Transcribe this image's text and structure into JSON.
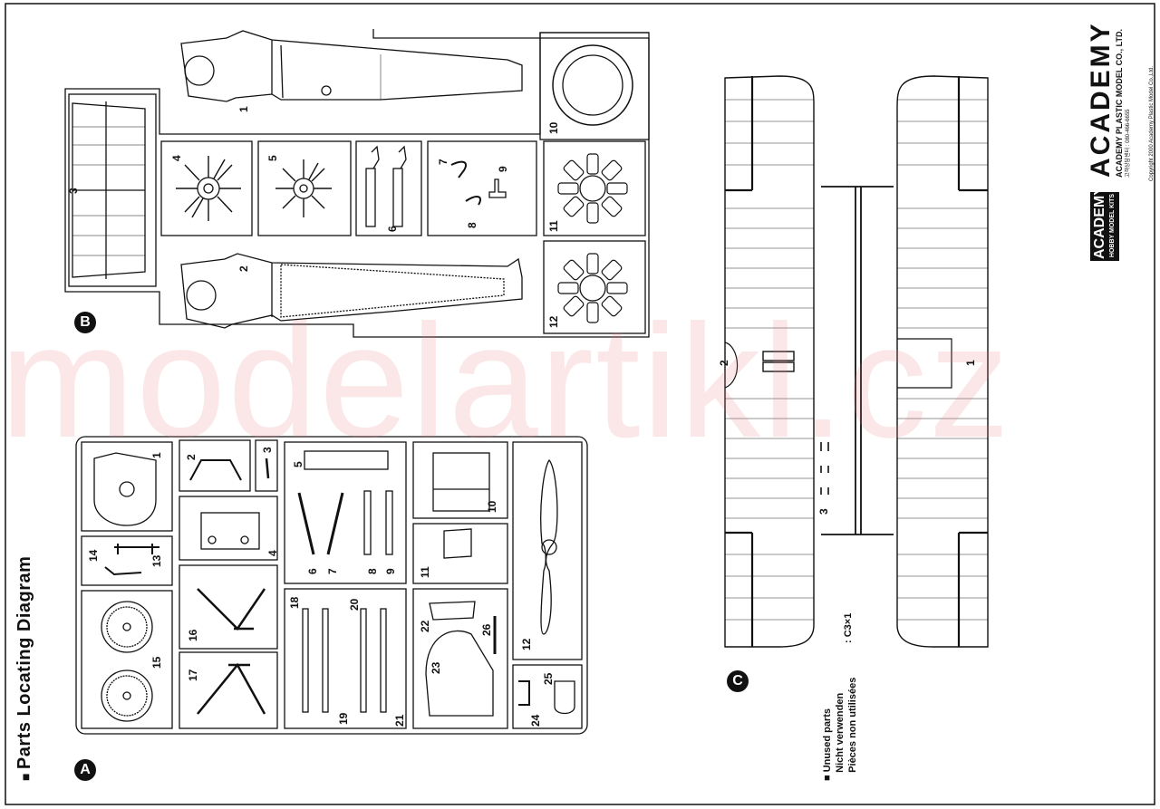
{
  "title": "Parts Locating Diagram",
  "sprues": {
    "a": "A",
    "b": "B",
    "c": "C"
  },
  "parts_a": [
    "1",
    "2",
    "3",
    "4",
    "5",
    "6",
    "7",
    "8",
    "9",
    "10",
    "11",
    "12",
    "13",
    "14",
    "15",
    "16",
    "17",
    "18",
    "19",
    "20",
    "21",
    "22",
    "23",
    "24",
    "25",
    "26"
  ],
  "parts_b": [
    "1",
    "2",
    "3",
    "4",
    "5",
    "6",
    "7",
    "8",
    "9",
    "10",
    "11",
    "12"
  ],
  "parts_c": [
    "1",
    "2",
    "3"
  ],
  "unused": {
    "line1": "Unused parts",
    "line2": "Nicht verwenden",
    "line3": "Pièces non utilisées",
    "item": ": C3×1"
  },
  "brand": {
    "logo": "ACADEMY",
    "company": "ACADEMY PLASTIC MODEL CO., LTD.",
    "address": "고객상담센터 : 080-466-6655",
    "badge_logo": "ACADEMY",
    "badge_sub": "HOBBY MODEL KITS",
    "copyright": "Copyright 2000 Academy Plastic Model Co.,Ltd."
  },
  "watermark": "modelartikl.cz",
  "colors": {
    "ink": "#111111",
    "watermark": "#e87878"
  }
}
